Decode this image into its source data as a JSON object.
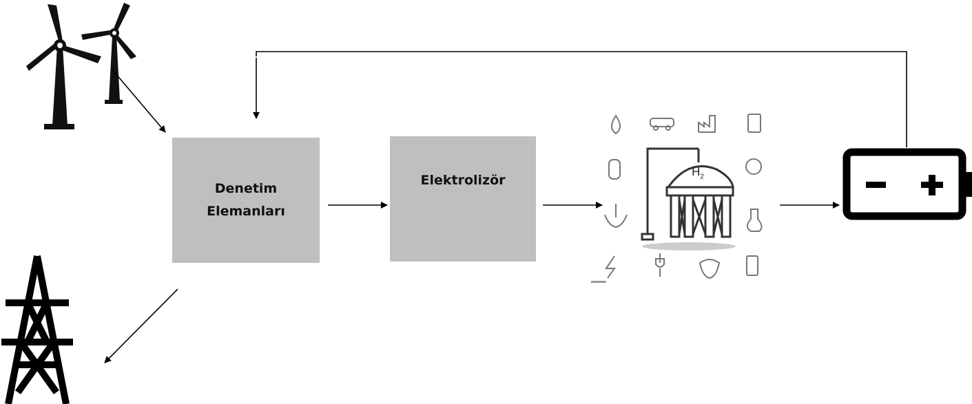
{
  "diagram": {
    "nodes": {
      "control_elements": {
        "label_line1": "Denetim",
        "label_line2": "Elemanları"
      },
      "electrolyzer": {
        "label": "Elektrolizör"
      },
      "hydrogen_storage": {
        "symbol": "H",
        "subscript": "2"
      }
    },
    "icons": [
      "wind-turbine-icon",
      "power-pylon-icon",
      "hydrogen-tank-icon",
      "battery-icon"
    ],
    "colors": {
      "box_fill": "#bfbfbf",
      "line": "#000000"
    }
  }
}
